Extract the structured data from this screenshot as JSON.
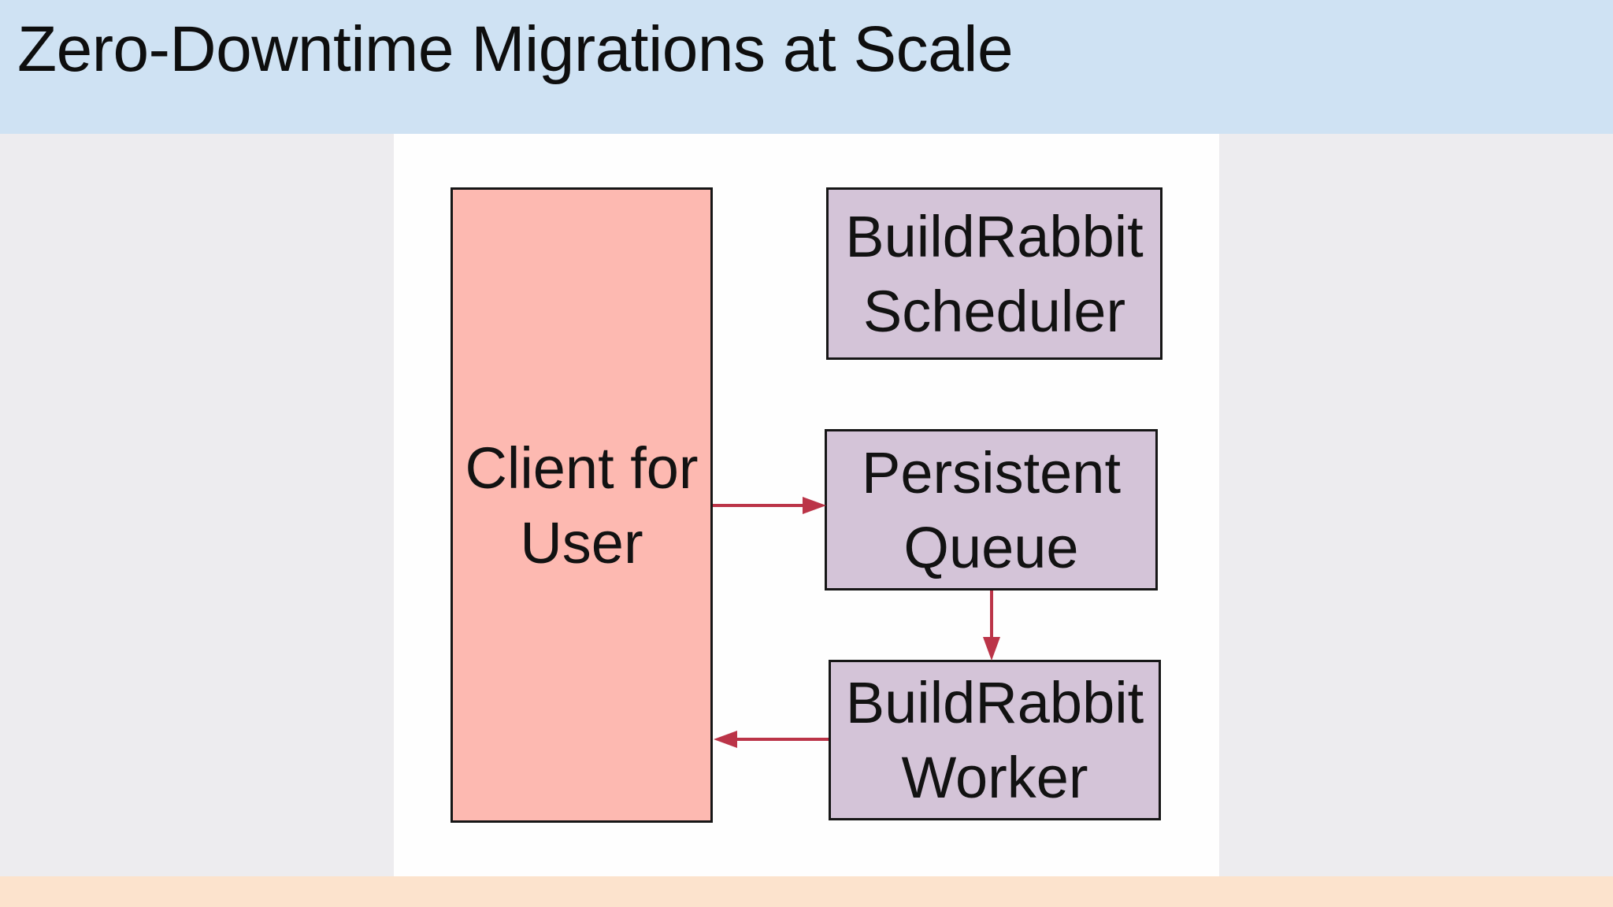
{
  "header": {
    "title": "Zero-Downtime Migrations at Scale"
  },
  "diagram": {
    "nodes": {
      "client": {
        "label": "Client for User",
        "lines": [
          "Client for",
          "User"
        ]
      },
      "scheduler": {
        "label": "BuildRabbit Scheduler",
        "lines": [
          "BuildRabbit",
          "Scheduler"
        ]
      },
      "queue": {
        "label": "Persistent Queue",
        "lines": [
          "Persistent",
          "Queue"
        ]
      },
      "worker": {
        "label": "BuildRabbit Worker",
        "lines": [
          "BuildRabbit",
          "Worker"
        ]
      }
    },
    "arrows": [
      {
        "name": "client-to-queue",
        "direction": "right"
      },
      {
        "name": "queue-to-worker",
        "direction": "down"
      },
      {
        "name": "worker-to-client",
        "direction": "left"
      }
    ]
  },
  "colors": {
    "header_bg": "#cfe2f3",
    "stage_bg": "#edecef",
    "panel_bg": "#fefefe",
    "footer_bg": "#fce3cd",
    "client_fill": "#fdb9b1",
    "service_fill": "#d4c4d8",
    "node_border": "#161616",
    "arrow": "#bb3448",
    "title_color": "#0e0e0e",
    "node_text": "#121212"
  }
}
